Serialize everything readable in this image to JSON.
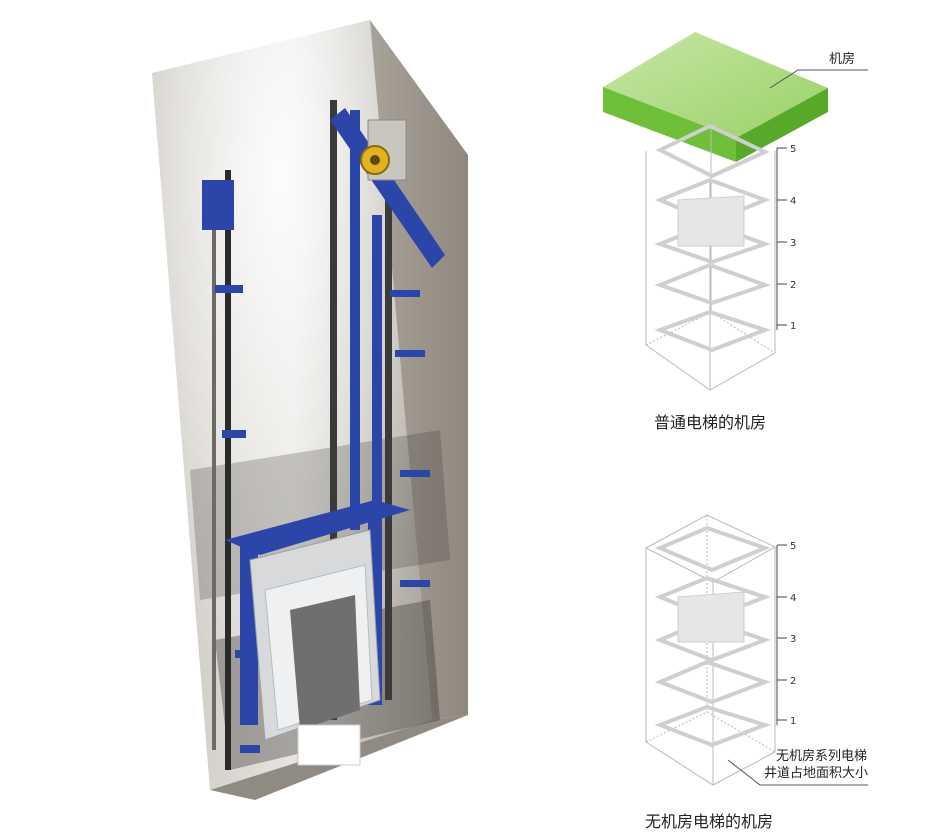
{
  "figure": {
    "machine_room_label": "机房",
    "top_caption": "普通电梯的机房",
    "bottom_caption": "无机房电梯的机房",
    "mrl_note_line1": "无机房系列电梯",
    "mrl_note_line2": "井道占地面积大小",
    "floor_numbers": [
      "5",
      "4",
      "3",
      "2",
      "1"
    ]
  },
  "colors": {
    "machine_room_green": "#7cc244",
    "rail_blue": "#2b45a8",
    "shaft_gray": "#b7b2aa"
  }
}
